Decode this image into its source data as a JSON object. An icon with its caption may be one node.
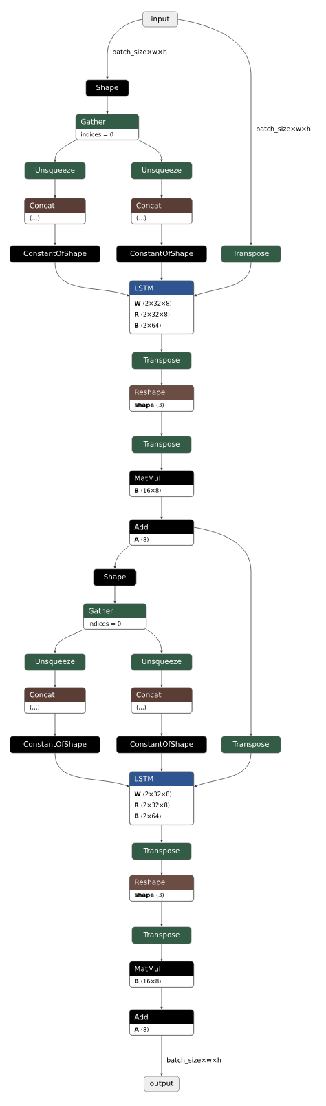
{
  "diagram": {
    "nodes": [
      {
        "text": [
          "input"
        ]
      },
      {
        "text": [
          "Shape"
        ]
      },
      {
        "text": [
          "Gather",
          "indices = 0"
        ]
      },
      {
        "text": [
          "Unsqueeze"
        ]
      },
      {
        "text": [
          "Unsqueeze"
        ]
      },
      {
        "text": [
          "Concat",
          "⟨…⟩"
        ]
      },
      {
        "text": [
          "Concat",
          "⟨…⟩"
        ]
      },
      {
        "text": [
          "ConstantOfShape"
        ]
      },
      {
        "text": [
          "ConstantOfShape"
        ]
      },
      {
        "text": [
          "Transpose"
        ]
      },
      {
        "text": [
          "LSTM",
          "**W** ⟨2×32×8⟩",
          "**R** ⟨2×32×8⟩",
          "**B** ⟨2×64⟩"
        ]
      },
      {
        "text": [
          "Transpose"
        ]
      },
      {
        "text": [
          "Reshape",
          "**shape** ⟨3⟩"
        ]
      },
      {
        "text": [
          "Transpose"
        ]
      },
      {
        "text": [
          "MatMul",
          "**B** ⟨16×8⟩"
        ]
      },
      {
        "text": [
          "Add",
          "**A** ⟨8⟩"
        ]
      },
      {
        "text": [
          "Shape"
        ]
      },
      {
        "text": [
          "Gather",
          "indices = 0"
        ]
      },
      {
        "text": [
          "Unsqueeze"
        ]
      },
      {
        "text": [
          "Unsqueeze"
        ]
      },
      {
        "text": [
          "Concat",
          "⟨…⟩"
        ]
      },
      {
        "text": [
          "Concat",
          "⟨…⟩"
        ]
      },
      {
        "text": [
          "ConstantOfShape"
        ]
      },
      {
        "text": [
          "ConstantOfShape"
        ]
      },
      {
        "text": [
          "Transpose"
        ]
      },
      {
        "text": [
          "LSTM",
          "**W** ⟨2×32×8⟩",
          "**R** ⟨2×32×8⟩",
          "**B** ⟨2×64⟩"
        ]
      },
      {
        "text": [
          "Transpose"
        ]
      },
      {
        "text": [
          "Reshape",
          "**shape** ⟨3⟩"
        ]
      },
      {
        "text": [
          "Transpose"
        ]
      },
      {
        "text": [
          "MatMul",
          "**B** ⟨16×8⟩"
        ]
      },
      {
        "text": [
          "Add",
          "**A** ⟨8⟩"
        ]
      },
      {
        "text": [
          "output"
        ]
      }
    ],
    "edges": [
      {
        "from": 0,
        "to": 1,
        "arrow": "to",
        "label": "batch_size×w×h"
      },
      {
        "from": 0,
        "to": 9,
        "arrow": "to",
        "label": "batch_size×w×h"
      },
      {
        "from": 1,
        "to": 2,
        "arrow": "to"
      },
      {
        "from": 2,
        "to": 3,
        "arrow": "to"
      },
      {
        "from": 2,
        "to": 4,
        "arrow": "to"
      },
      {
        "from": 3,
        "to": 5,
        "arrow": "to"
      },
      {
        "from": 4,
        "to": 6,
        "arrow": "to"
      },
      {
        "from": 5,
        "to": 7,
        "arrow": "to"
      },
      {
        "from": 6,
        "to": 8,
        "arrow": "to"
      },
      {
        "from": 7,
        "to": 10,
        "arrow": "to"
      },
      {
        "from": 8,
        "to": 10,
        "arrow": "to"
      },
      {
        "from": 9,
        "to": 10,
        "arrow": "to"
      },
      {
        "from": 10,
        "to": 11,
        "arrow": "to"
      },
      {
        "from": 11,
        "to": 12,
        "arrow": "to"
      },
      {
        "from": 12,
        "to": 13,
        "arrow": "to"
      },
      {
        "from": 13,
        "to": 14,
        "arrow": "to"
      },
      {
        "from": 14,
        "to": 15,
        "arrow": "to"
      },
      {
        "from": 15,
        "to": 16,
        "arrow": "to"
      },
      {
        "from": 15,
        "to": 24,
        "arrow": "to"
      },
      {
        "from": 16,
        "to": 17,
        "arrow": "to"
      },
      {
        "from": 17,
        "to": 18,
        "arrow": "to"
      },
      {
        "from": 17,
        "to": 19,
        "arrow": "to"
      },
      {
        "from": 18,
        "to": 20,
        "arrow": "to"
      },
      {
        "from": 19,
        "to": 21,
        "arrow": "to"
      },
      {
        "from": 20,
        "to": 22,
        "arrow": "to"
      },
      {
        "from": 21,
        "to": 23,
        "arrow": "to"
      },
      {
        "from": 22,
        "to": 25,
        "arrow": "to"
      },
      {
        "from": 23,
        "to": 25,
        "arrow": "to"
      },
      {
        "from": 24,
        "to": 25,
        "arrow": "to"
      },
      {
        "from": 25,
        "to": 26,
        "arrow": "to"
      },
      {
        "from": 26,
        "to": 27,
        "arrow": "to"
      },
      {
        "from": 27,
        "to": 28,
        "arrow": "to"
      },
      {
        "from": 28,
        "to": 29,
        "arrow": "to"
      },
      {
        "from": 29,
        "to": 30,
        "arrow": "to"
      },
      {
        "from": 30,
        "to": 31,
        "arrow": "to",
        "label": "batch_size×w×h"
      }
    ]
  }
}
